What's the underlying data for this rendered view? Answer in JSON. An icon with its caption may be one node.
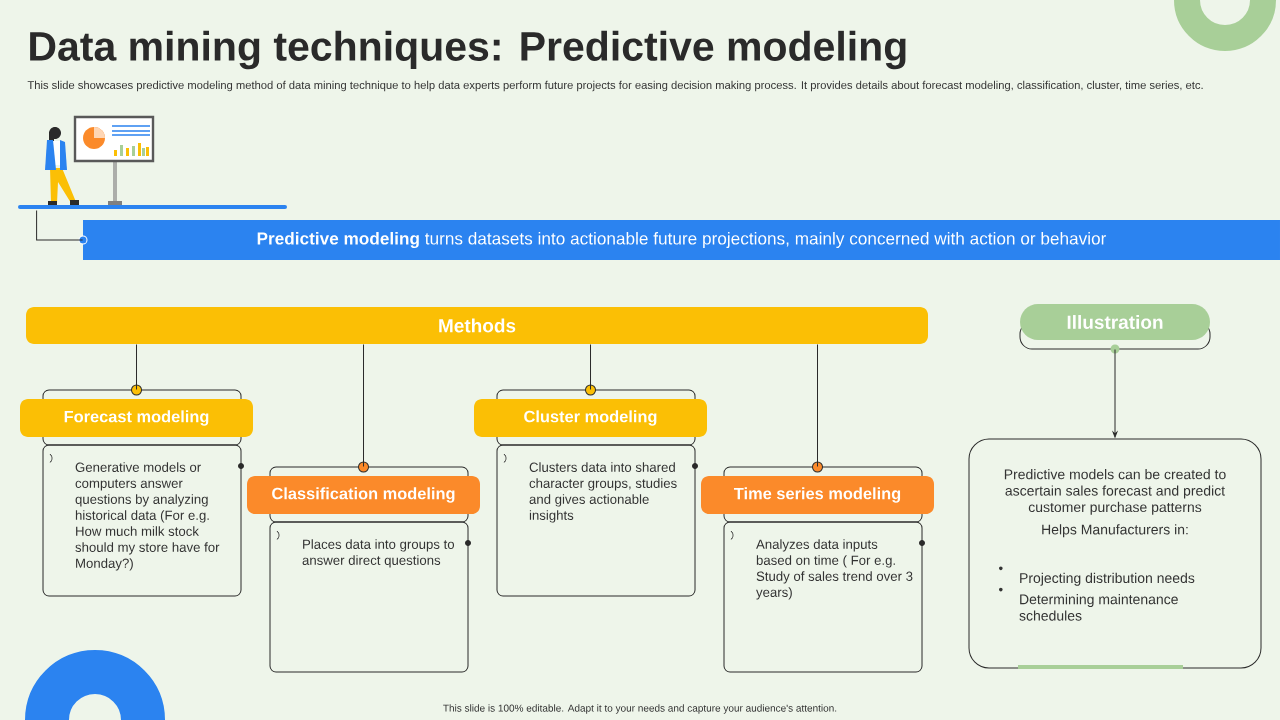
{
  "diagram": {
    "title": "Data mining techniques: Predictive modeling",
    "nodes": [
      {
        "text": [],
        "shape": "picture"
      },
      {
        "text": [
          "**Predictive modeling** turns datasets into actionable future projections, mainly concerned with action or behavior"
        ]
      },
      {
        "text": [
          "Methods"
        ]
      },
      {
        "text": [
          "Forecast modeling"
        ]
      },
      {
        "text": [
          "Generative models or computers answer questions by analyzing historical data (For e.g. How much milk stock should my store have for Monday?)"
        ]
      },
      {
        "text": [
          "Classification modeling"
        ]
      },
      {
        "text": [
          "Places data into groups to answer direct questions"
        ]
      },
      {
        "text": [
          "Cluster modeling"
        ]
      },
      {
        "text": [
          "Clusters data into shared character groups, studies and gives actionable insights"
        ]
      },
      {
        "text": [
          "Time series modeling"
        ]
      },
      {
        "text": [
          "Analyzes data inputs based on time ( For e.g. Study of sales trend over 3 years)"
        ]
      },
      {
        "text": [
          "Illustration"
        ]
      },
      {
        "text": [
          "Predictive models can be created to ascertain sales forecast and predict customer purchase patterns",
          "Helps Manufacturers in:",
          "Projecting distribution needs",
          "Determining maintenance schedules"
        ]
      }
    ],
    "edges": [
      {
        "from": 0,
        "to": 1,
        "arrow": "none"
      },
      {
        "from": 2,
        "to": 3,
        "arrow": "none"
      },
      {
        "from": 2,
        "to": 5,
        "arrow": "none"
      },
      {
        "from": 2,
        "to": 7,
        "arrow": "none"
      },
      {
        "from": 2,
        "to": 9,
        "arrow": "none"
      },
      {
        "from": 11,
        "to": 12,
        "arrow": "to"
      }
    ],
    "labels": [
      "This slide showcases predictive modeling method of data mining technique to help data experts perform future projects for easing decision making process. It provides details about forecast modeling, classification, cluster, time series, etc.",
      "This slide is 100% editable. Adapt it to your needs and capture your audience's attention."
    ]
  }
}
